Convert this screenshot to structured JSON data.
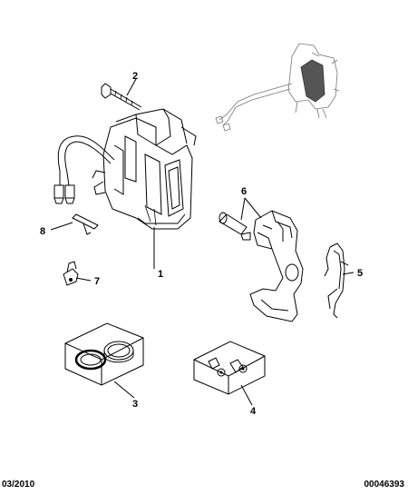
{
  "callouts": [
    "1",
    "2",
    "3",
    "4",
    "5",
    "6",
    "7",
    "8"
  ],
  "footer": {
    "date": "03/2010",
    "code": "00046393"
  }
}
